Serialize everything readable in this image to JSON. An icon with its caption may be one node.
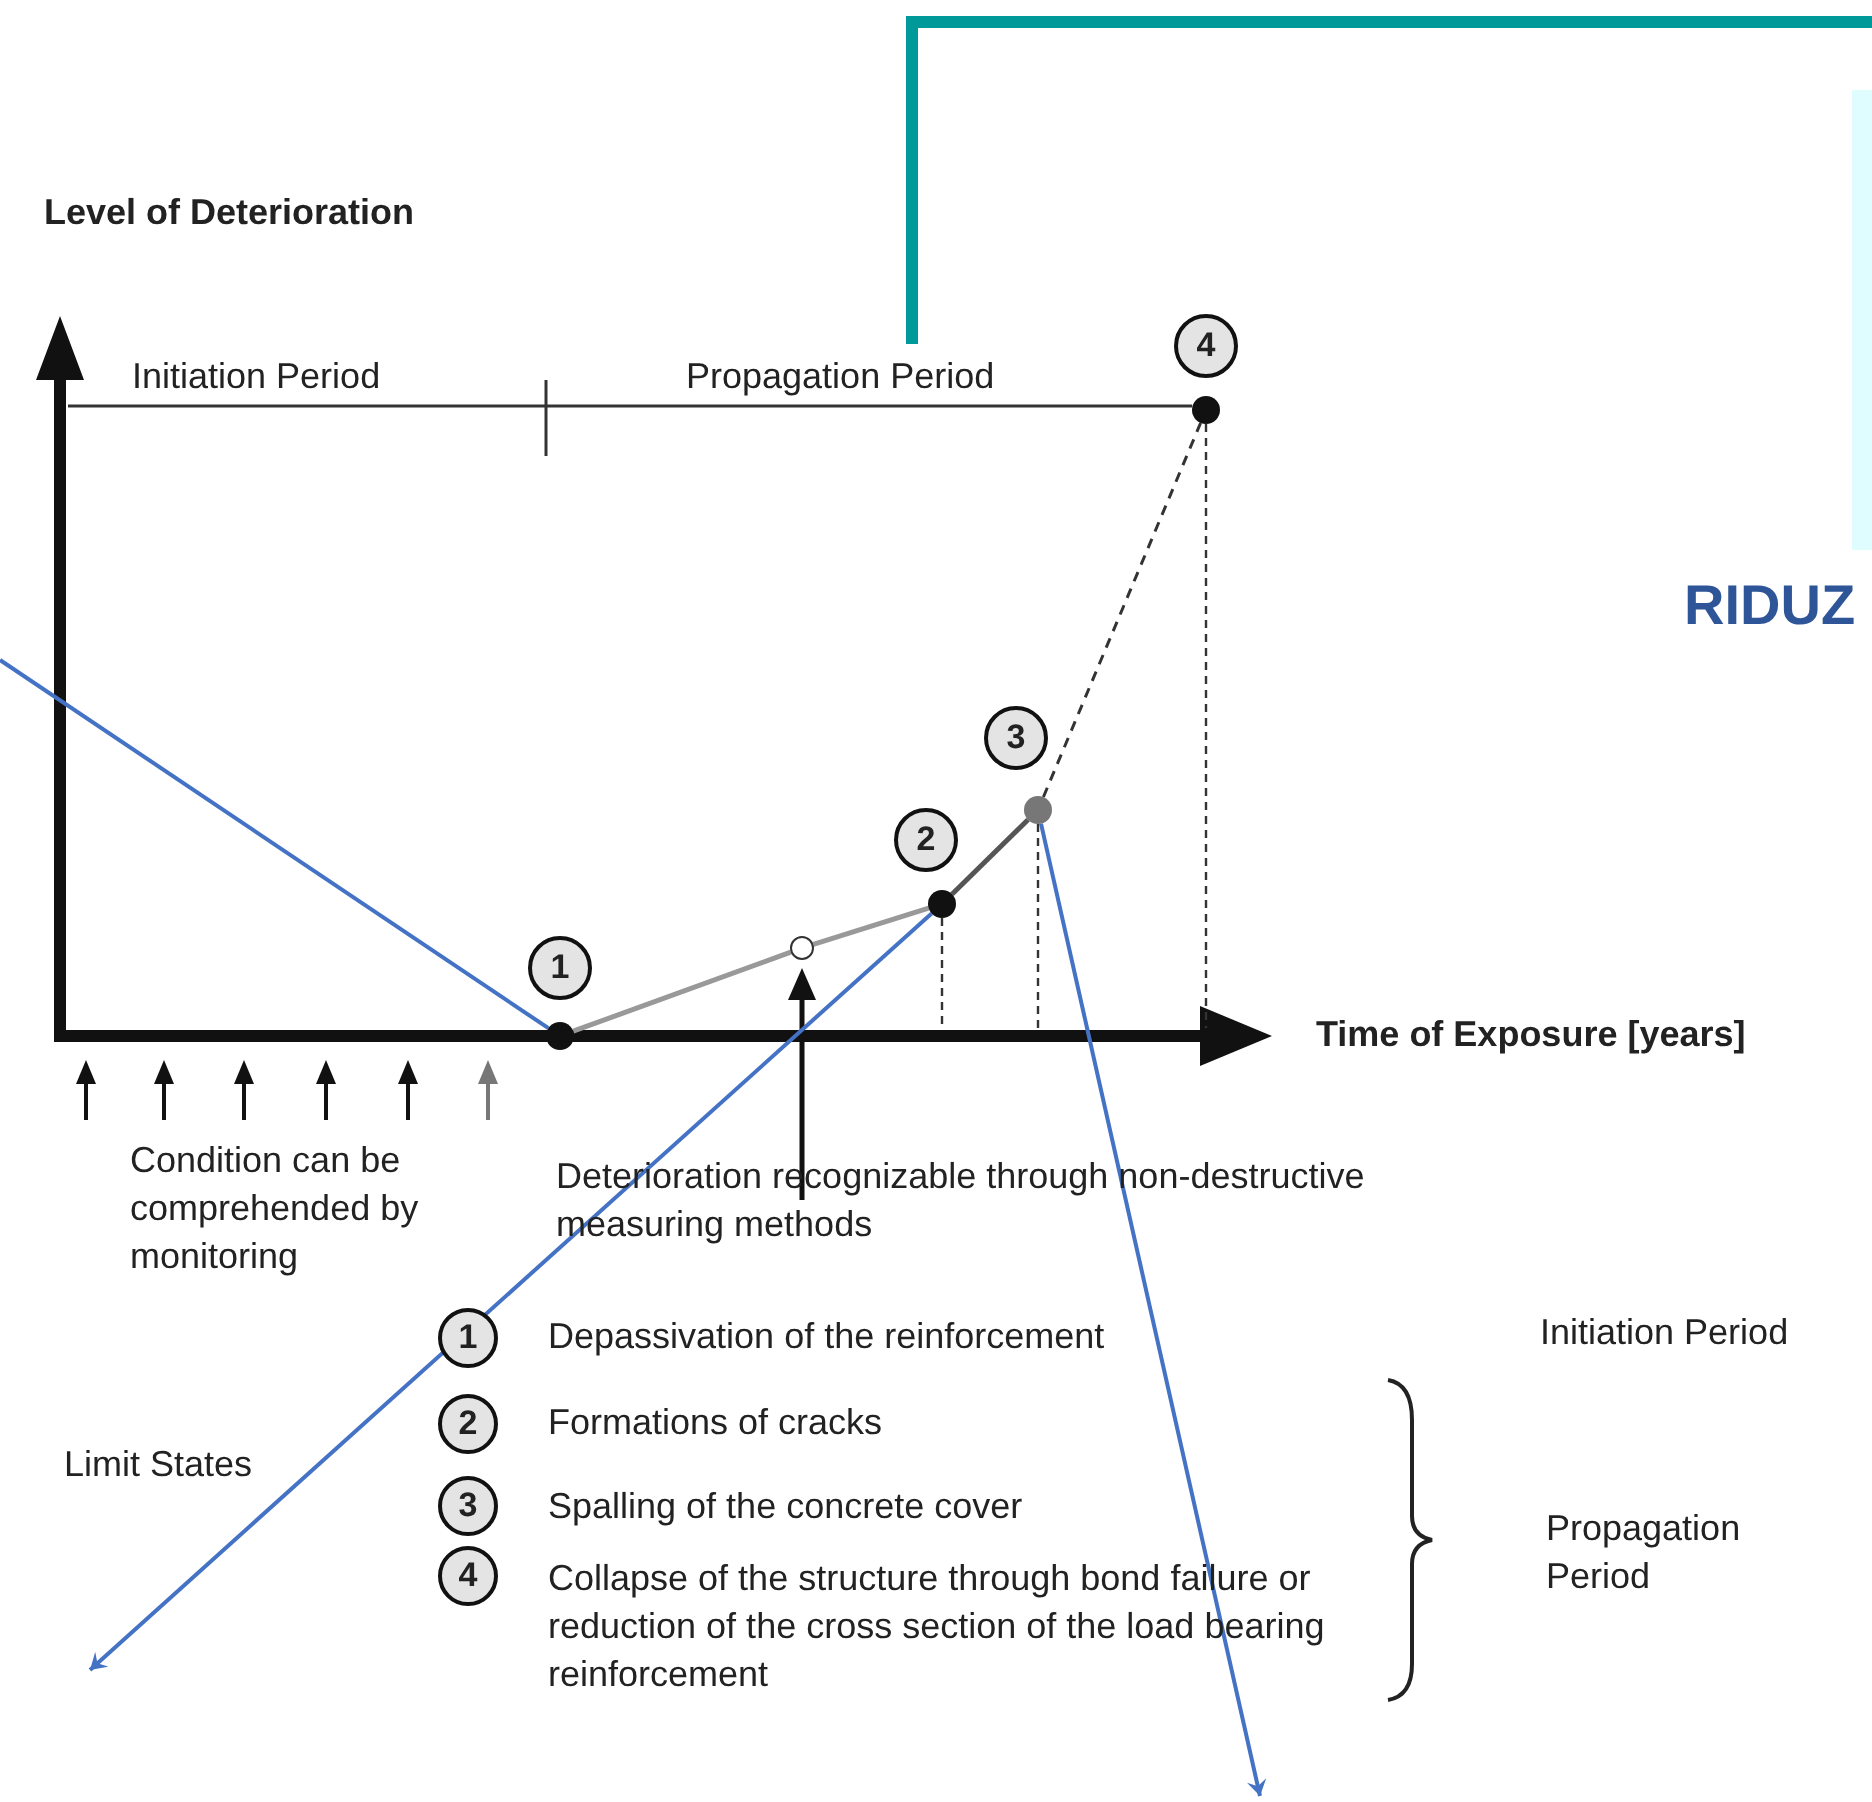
{
  "diagram": {
    "nodes": [
      {
        "text": [
          "1"
        ]
      },
      {
        "text": [
          "2"
        ]
      },
      {
        "text": [
          "3"
        ]
      },
      {
        "text": [
          "4"
        ]
      },
      {
        "text": [],
        "shape": "circle"
      },
      {
        "text": [],
        "shape": "circle"
      },
      {
        "text": [],
        "shape": "circle"
      },
      {
        "text": [],
        "shape": "circle"
      },
      {
        "text": [],
        "shape": "circle"
      },
      {
        "text": [
          "1"
        ],
        "beside": [
          "Depassivation of the reinforcement"
        ]
      },
      {
        "text": [
          "2"
        ],
        "beside": [
          "Formations of cracks"
        ]
      },
      {
        "text": [
          "3"
        ],
        "beside": [
          "Spalling of the concrete cover"
        ]
      },
      {
        "text": [
          "4"
        ],
        "beside": [
          "Collapse of the structure through bond failure or reduction of the cross section of the load bearing  reinforcement"
        ]
      }
    ],
    "edges": [
      {
        "from": 4,
        "to": 5,
        "arrow": "none",
        "color": "#999999"
      },
      {
        "from": 5,
        "to": 6,
        "arrow": "none",
        "color": "#999999"
      },
      {
        "from": 6,
        "to": 7,
        "arrow": "none",
        "color": "#555555"
      },
      {
        "from": 7,
        "to": 8,
        "arrow": "none",
        "style": "dashed",
        "color": "#333333"
      },
      {
        "from": null,
        "to": 4,
        "arrow": "none"
      },
      {
        "from": 6,
        "to": null,
        "arrow": "to"
      },
      {
        "from": 7,
        "to": null,
        "arrow": "to"
      }
    ],
    "labels": [
      "Level of Deterioration",
      "Initiation Period",
      "Propagation  Period",
      "RIDUZ",
      "Time of Exposure [years]",
      "Condition can be comprehended by monitoring",
      "Deterioration recognizable through non-destructive measuring methods",
      "Initiation Period",
      "Limit States",
      "Propagation Period"
    ]
  }
}
